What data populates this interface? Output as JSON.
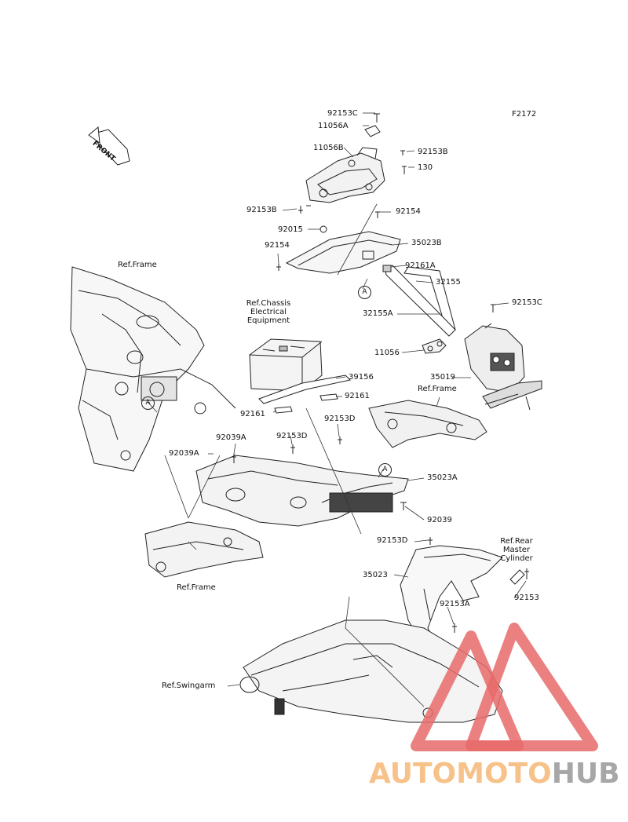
{
  "figure_code": "F2172",
  "direction_label": "FRONT",
  "parts": [
    "92153C",
    "11056A",
    "92153B",
    "11056B",
    "130",
    "92153B",
    "92154",
    "92015",
    "35023B",
    "92154",
    "92161A",
    "32155",
    "32155A",
    "92153C",
    "11056",
    "35019",
    "39156",
    "92161",
    "92161",
    "92153D",
    "92039A",
    "92039A",
    "35023A",
    "92039",
    "92153D",
    "35023",
    "92153A",
    "92153"
  ],
  "references": {
    "frame_top": "Ref.Frame",
    "chassis": [
      "Ref.Chassis",
      "Electrical",
      "Equipment"
    ],
    "frame_right": "Ref.Frame",
    "frame_bottom": "Ref.Frame",
    "rear_master": [
      "Ref.Rear",
      "Master",
      "Cylinder"
    ],
    "swingarm": "Ref.Swingarm"
  },
  "callouts": [
    "A",
    "A",
    "A"
  ],
  "watermark": {
    "part1": "AUTOMOTO",
    "part2": "HUB",
    "color1": "#f7c28a",
    "color2": "#a7a7a7",
    "logo_color": "#e86a6a"
  }
}
